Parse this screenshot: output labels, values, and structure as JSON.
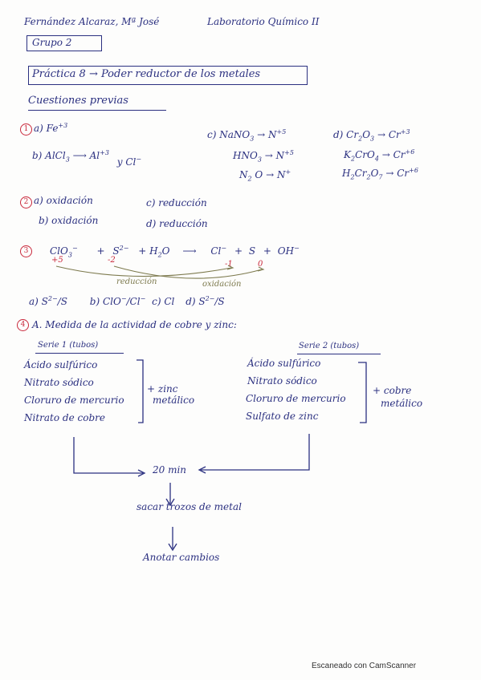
{
  "header": {
    "author": "Fernández Alcaraz, Mª José",
    "lab": "Laboratorio Químico II"
  },
  "group": "Grupo 2",
  "practice": "Práctica 8 → Poder reductor de los metales",
  "section_title": "Cuestiones previas",
  "q1": {
    "num": "1",
    "a": "a) Fe",
    "a_sup": "+3",
    "b_left": "b) AlCl",
    "b_sub": "3",
    "b_arrow": "⟶ Al",
    "b_sup": "+3",
    "b_rest": "y Cl",
    "b_rest_sup": "−",
    "c1": "c) NaNO",
    "c1_sub": "3",
    "c1_arrow": "→ N",
    "c1_sup": "+5",
    "c2": "HNO",
    "c2_sub": "3",
    "c2_arrow": "→ N",
    "c2_sup": "+5",
    "c3": "N",
    "c3_sub": "2",
    "c3_rest": "O → N",
    "c3_sup": "+",
    "d1": "d) Cr",
    "d1_sub": "2",
    "d1_rest": "O",
    "d1_sub2": "3",
    "d1_arrow": "→ Cr",
    "d1_sup": "+3",
    "d2": "K",
    "d2_sub": "2",
    "d2_rest": "CrO",
    "d2_sub2": "4",
    "d2_arrow": "→ Cr",
    "d2_sup": "+6",
    "d3": "H",
    "d3_sub": "2",
    "d3_rest": "Cr",
    "d3_sub2": "2",
    "d3_rest2": "O",
    "d3_sub3": "7",
    "d3_arrow": "→ Cr",
    "d3_sup": "+6"
  },
  "q2": {
    "num": "2",
    "a": "a) oxidación",
    "b": "b) oxidación",
    "c": "c) reducción",
    "d": "d) reducción"
  },
  "q3": {
    "num": "3",
    "eq_left": "ClO",
    "eq_left_sub": "3",
    "eq_left_sup": "−",
    "plus1": "+",
    "s": "S",
    "s_sup": "2−",
    "plus2": "+ H",
    "h2o_sub": "2",
    "o": "O",
    "arrow": "⟶",
    "cl": "Cl",
    "cl_sup": "−",
    "plus3": "+",
    "s2": "S",
    "plus4": "+",
    "oh": "OH",
    "oh_sup": "−",
    "ox_left": "+5",
    "ox_s": "-2",
    "ox_cl": "-1",
    "ox_s2": "0",
    "reduccion": "reducción",
    "oxidacion": "oxidación",
    "answers": "a) S",
    "ans_a_sup": "2−",
    "ans_a_rest": "/S",
    "ans_b": "b) ClO",
    "ans_b_sup": "−",
    "ans_b_rest": "/Cl",
    "ans_b_sup2": "−",
    "ans_c": "c) Cl",
    "ans_d": "d) S",
    "ans_d_sup": "2−",
    "ans_d_rest": "/S"
  },
  "q4": {
    "num": "4",
    "title": "A. Medida de la actividad de cobre y zinc:",
    "serie1": {
      "title": "Serie 1 (tubos)",
      "items": [
        "Ácido sulfúrico",
        "Nitrato sódico",
        "Cloruro de mercurio",
        "Nitrato de cobre"
      ],
      "reagent_line1": "+ zinc",
      "reagent_line2": "metálico"
    },
    "serie2": {
      "title": "Serie 2 (tubos)",
      "items": [
        "Ácido sulfúrico",
        "Nitrato sódico",
        "Cloruro de mercurio",
        "Sulfato de zinc"
      ],
      "reagent_line1": "+ cobre",
      "reagent_line2": "metálico"
    },
    "flow": {
      "step1": "20 min",
      "step2": "sacar trozos de metal",
      "step3": "Anotar cambios"
    }
  },
  "footer": "Escaneado con CamScanner"
}
